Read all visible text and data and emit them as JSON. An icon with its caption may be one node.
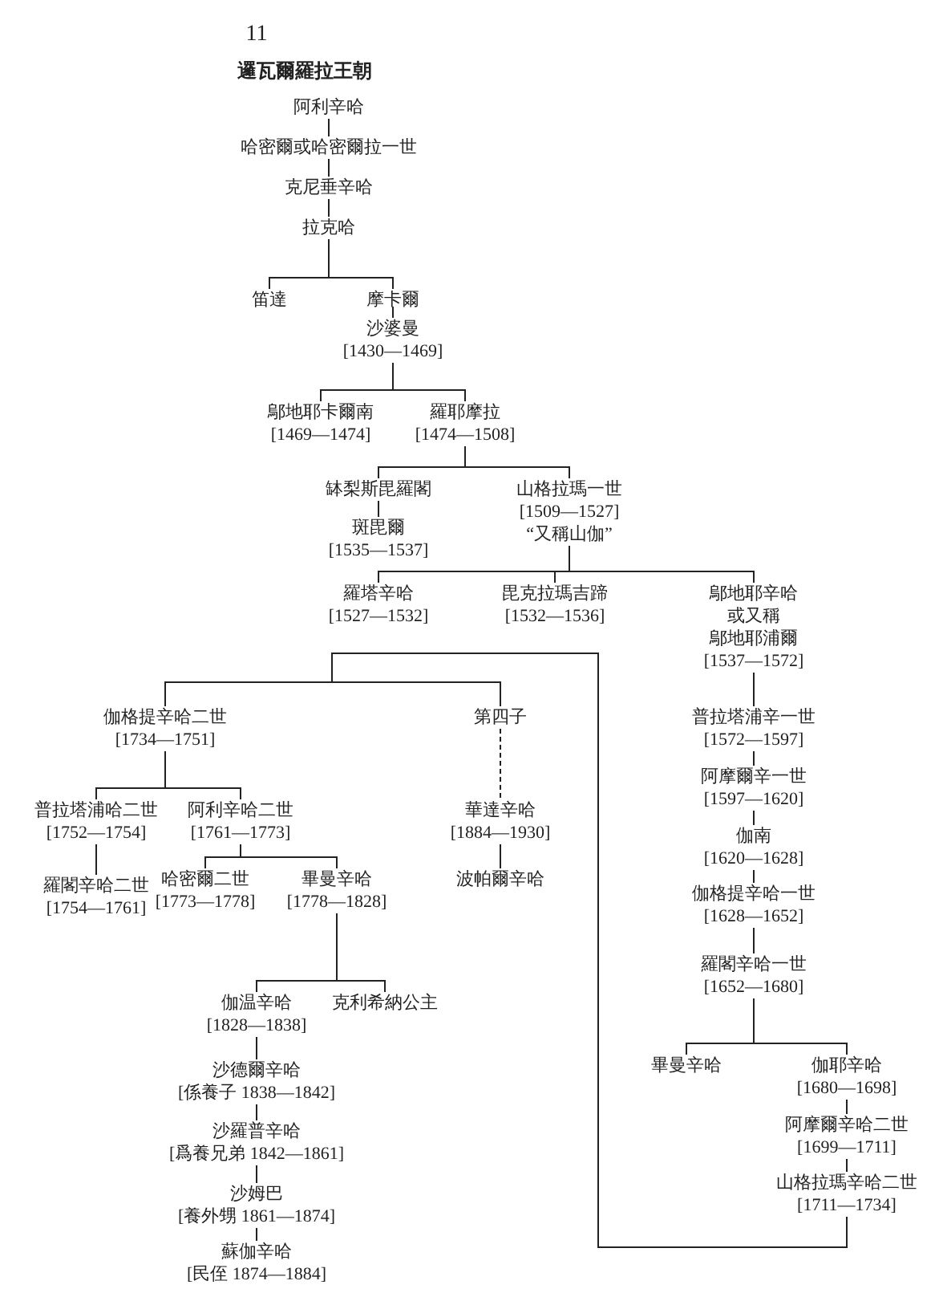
{
  "diagram": {
    "title": "邏瓦爾羅拉王朝",
    "nodes": [
      {
        "text": [
          "阿利辛哈"
        ]
      },
      {
        "text": [
          "哈密爾或哈密爾拉一世"
        ]
      },
      {
        "text": [
          "克尼垂辛哈"
        ]
      },
      {
        "text": [
          "拉克哈"
        ]
      },
      {
        "text": [
          "笛達"
        ]
      },
      {
        "text": [
          "摩卡爾"
        ]
      },
      {
        "text": [
          "沙婆曼",
          "[1430—1469]"
        ]
      },
      {
        "text": [
          "鄔地耶卡爾南",
          "[1469—1474]"
        ]
      },
      {
        "text": [
          "羅耶摩拉",
          "[1474—1508]"
        ]
      },
      {
        "text": [
          "缽梨斯毘羅閣"
        ]
      },
      {
        "text": [
          "山格拉瑪一世",
          "[1509—1527]",
          "“又稱山伽”"
        ]
      },
      {
        "text": [
          "斑毘爾",
          "[1535—1537]"
        ]
      },
      {
        "text": [
          "羅塔辛哈",
          "[1527—1532]"
        ]
      },
      {
        "text": [
          "毘克拉瑪吉蹄",
          "[1532—1536]"
        ]
      },
      {
        "text": [
          "鄔地耶辛哈",
          "或又稱",
          "鄔地耶浦爾",
          "[1537—1572]"
        ]
      },
      {
        "text": [
          "普拉塔浦辛一世",
          "[1572—1597]"
        ]
      },
      {
        "text": [
          "阿摩爾辛一世",
          "[1597—1620]"
        ]
      },
      {
        "text": [
          "伽南",
          "[1620—1628]"
        ]
      },
      {
        "text": [
          "伽格提辛哈一世",
          "[1628—1652]"
        ]
      },
      {
        "text": [
          "羅閣辛哈一世",
          "[1652—1680]"
        ]
      },
      {
        "text": [
          "畢曼辛哈"
        ]
      },
      {
        "text": [
          "伽耶辛哈",
          "[1680—1698]"
        ]
      },
      {
        "text": [
          "阿摩爾辛哈二世",
          "[1699—1711]"
        ]
      },
      {
        "text": [
          "山格拉瑪辛哈二世",
          "[1711—1734]"
        ]
      },
      {
        "text": [
          "伽格提辛哈二世",
          "[1734—1751]"
        ]
      },
      {
        "text": [
          "第四子"
        ]
      },
      {
        "text": [
          "普拉塔浦哈二世",
          "[1752—1754]"
        ]
      },
      {
        "text": [
          "阿利辛哈二世",
          "[1761—1773]"
        ]
      },
      {
        "text": [
          "羅閣辛哈二世",
          "[1754—1761]"
        ]
      },
      {
        "text": [
          "哈密爾二世",
          "[1773—1778]"
        ]
      },
      {
        "text": [
          "畢曼辛哈",
          "[1778—1828]"
        ]
      },
      {
        "text": [
          "華達辛哈",
          "[1884—1930]"
        ]
      },
      {
        "text": [
          "波帕爾辛哈"
        ]
      },
      {
        "text": [
          "伽温辛哈",
          "[1828—1838]"
        ]
      },
      {
        "text": [
          "克利希納公主"
        ]
      },
      {
        "text": [
          "沙德爾辛哈",
          "[係養子 1838—1842]"
        ]
      },
      {
        "text": [
          "沙羅普辛哈",
          "[爲養兄弟 1842—1861]"
        ]
      },
      {
        "text": [
          "沙姆巴",
          "[養外甥 1861—1874]"
        ]
      },
      {
        "text": [
          "蘇伽辛哈",
          "[民侄 1874—1884]"
        ]
      }
    ],
    "edges": [
      {
        "from": 0,
        "to": 1,
        "arrow": "none"
      },
      {
        "from": 1,
        "to": 2,
        "arrow": "none"
      },
      {
        "from": 2,
        "to": 3,
        "arrow": "none"
      },
      {
        "from": 3,
        "to": 4,
        "arrow": "none"
      },
      {
        "from": 3,
        "to": 5,
        "arrow": "none"
      },
      {
        "from": 5,
        "to": 6,
        "arrow": "none"
      },
      {
        "from": 6,
        "to": 7,
        "arrow": "none"
      },
      {
        "from": 6,
        "to": 8,
        "arrow": "none"
      },
      {
        "from": 8,
        "to": 9,
        "arrow": "none"
      },
      {
        "from": 8,
        "to": 10,
        "arrow": "none"
      },
      {
        "from": 9,
        "to": 11,
        "arrow": "none"
      },
      {
        "from": 10,
        "to": 12,
        "arrow": "none"
      },
      {
        "from": 10,
        "to": 13,
        "arrow": "none"
      },
      {
        "from": 10,
        "to": 14,
        "arrow": "none"
      },
      {
        "from": 14,
        "to": 15,
        "arrow": "none"
      },
      {
        "from": 15,
        "to": 16,
        "arrow": "none"
      },
      {
        "from": 16,
        "to": 17,
        "arrow": "none"
      },
      {
        "from": 17,
        "to": 18,
        "arrow": "none"
      },
      {
        "from": 18,
        "to": 19,
        "arrow": "none"
      },
      {
        "from": 19,
        "to": 20,
        "arrow": "none"
      },
      {
        "from": 19,
        "to": 21,
        "arrow": "none"
      },
      {
        "from": 21,
        "to": 22,
        "arrow": "none"
      },
      {
        "from": 22,
        "to": 23,
        "arrow": "none"
      },
      {
        "from": 23,
        "to": 24,
        "arrow": "none"
      },
      {
        "from": 23,
        "to": 25,
        "arrow": "none"
      },
      {
        "from": 25,
        "to": 31,
        "arrow": "none",
        "style": "dashed"
      },
      {
        "from": 31,
        "to": 32,
        "arrow": "none"
      },
      {
        "from": 24,
        "to": 26,
        "arrow": "none"
      },
      {
        "from": 24,
        "to": 27,
        "arrow": "none"
      },
      {
        "from": 26,
        "to": 28,
        "arrow": "none"
      },
      {
        "from": 27,
        "to": 29,
        "arrow": "none"
      },
      {
        "from": 27,
        "to": 30,
        "arrow": "none"
      },
      {
        "from": 30,
        "to": 33,
        "arrow": "none"
      },
      {
        "from": 30,
        "to": 34,
        "arrow": "none"
      },
      {
        "from": 33,
        "to": 35,
        "arrow": "none"
      },
      {
        "from": 35,
        "to": 36,
        "arrow": "none"
      },
      {
        "from": 36,
        "to": 37,
        "arrow": "none"
      },
      {
        "from": 37,
        "to": 38,
        "arrow": "none"
      }
    ],
    "labels": [
      "11"
    ]
  }
}
